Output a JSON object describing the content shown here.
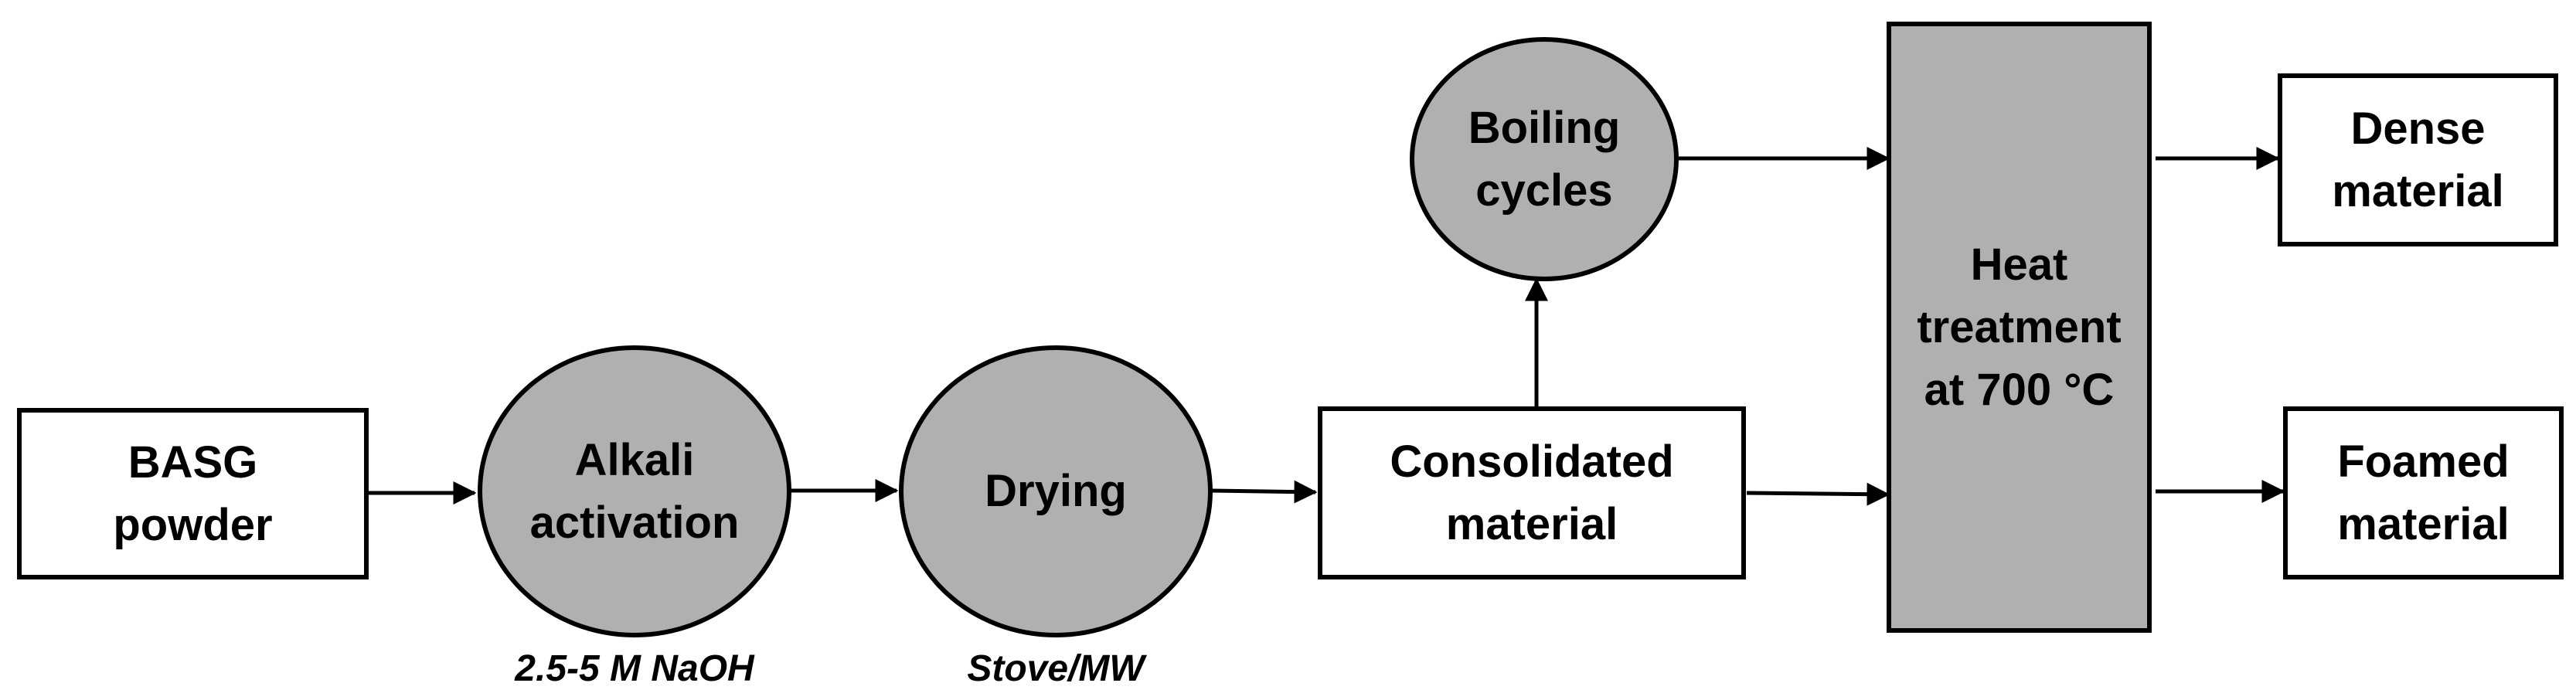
{
  "nodes": {
    "basg": {
      "label": "BASG\npowder"
    },
    "alkali": {
      "label": "Alkali\nactivation",
      "caption": "2.5-5 M NaOH"
    },
    "drying": {
      "label": "Drying",
      "caption": "Stove/MW"
    },
    "consolidated": {
      "label": "Consolidated\nmaterial"
    },
    "boiling": {
      "label": "Boiling\ncycles"
    },
    "heat": {
      "label": "Heat\ntreatment\nat 700 °C"
    },
    "dense": {
      "label": "Dense\nmaterial"
    },
    "foamed": {
      "label": "Foamed\nmaterial"
    }
  },
  "edges": [
    {
      "from": "basg",
      "to": "alkali"
    },
    {
      "from": "alkali",
      "to": "drying"
    },
    {
      "from": "drying",
      "to": "consolidated"
    },
    {
      "from": "consolidated",
      "to": "boiling"
    },
    {
      "from": "consolidated",
      "to": "heat"
    },
    {
      "from": "boiling",
      "to": "heat"
    },
    {
      "from": "heat",
      "to": "dense"
    },
    {
      "from": "heat",
      "to": "foamed"
    }
  ],
  "colors": {
    "process_fill": "#b0b0b0",
    "material_fill": "#ffffff",
    "stroke": "#000000"
  }
}
